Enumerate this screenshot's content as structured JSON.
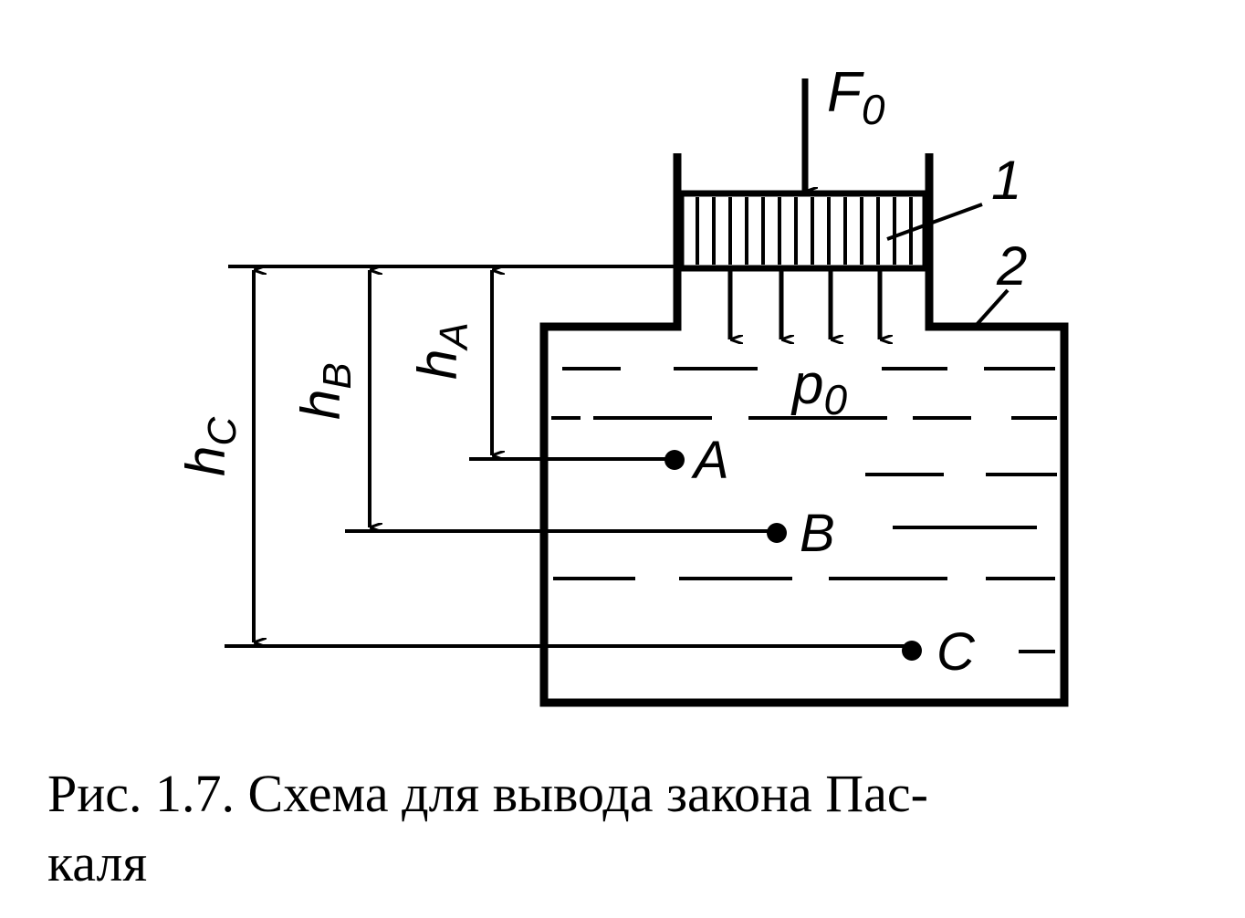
{
  "diagram": {
    "force_main": "F",
    "force_sub": "0",
    "piston_number": "1",
    "vessel_number": "2",
    "pressure_main": "p",
    "pressure_sub": "0",
    "height_main": "h",
    "height_a_sub": "A",
    "height_b_sub": "B",
    "height_c_sub": "C",
    "point_a": "A",
    "point_b": "B",
    "point_c": "C"
  },
  "caption": {
    "line1": "Рис. 1.7. Схема для вывода закона Пас-",
    "line2": "каля"
  }
}
